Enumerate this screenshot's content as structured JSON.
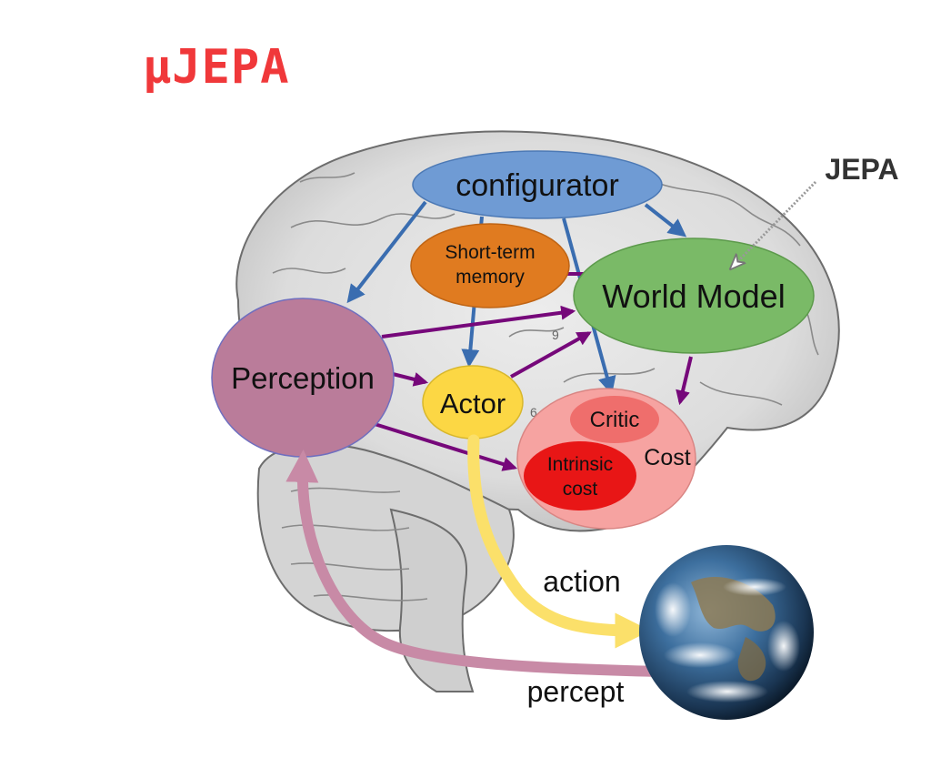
{
  "title": "μJEPA",
  "jepa_label": "JEPA",
  "modules": {
    "configurator": "configurator",
    "short_term_memory": [
      "Short-term",
      "memory"
    ],
    "world_model": "World Model",
    "perception": "Perception",
    "actor": "Actor",
    "critic": "Critic",
    "cost": "Cost",
    "intrinsic_cost": [
      "Intrinsic",
      "cost"
    ]
  },
  "flows": {
    "action": "action",
    "percept": "percept"
  },
  "colors": {
    "title": "#f0383a",
    "configurator": "#6f9bd4",
    "short_term_memory": "#e07b20",
    "world_model": "#7aba67",
    "perception": "#ba7c9a",
    "actor": "#fcd744",
    "cost": "#f6a3a1",
    "critic": "#ef6e6c",
    "intrinsic_cost": "#e81616",
    "blue_arrow": "#3a6db0",
    "purple_arrow": "#76087a",
    "action_arrow": "#fbe06a",
    "percept_arrow": "#c88aa6"
  }
}
